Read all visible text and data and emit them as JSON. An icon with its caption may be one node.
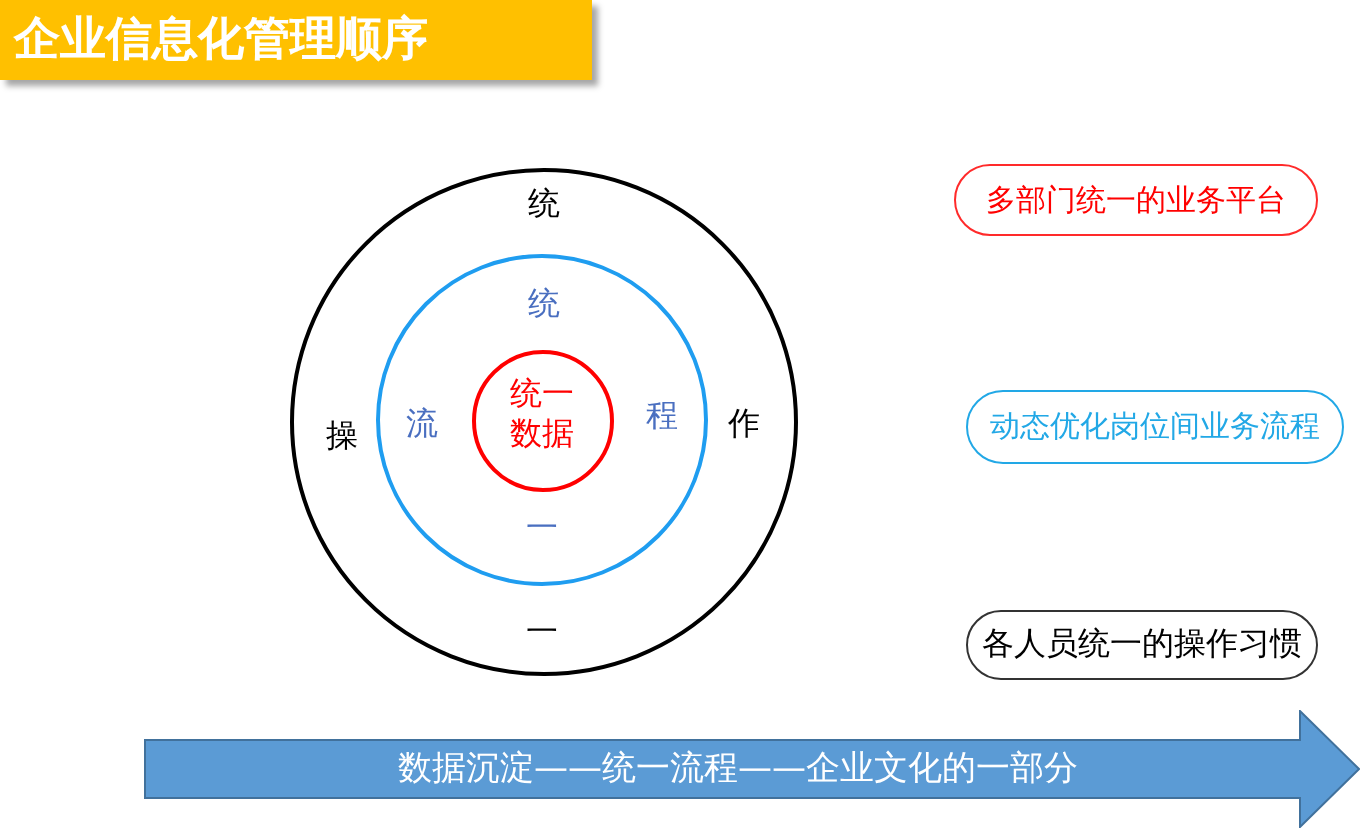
{
  "diagram": {
    "title": "企业信息化管理顺序",
    "nodes": [
      {
        "text": [
          "统",
          "操",
          "作",
          "一"
        ]
      },
      {
        "text": [
          "统",
          "流",
          "程",
          "一"
        ],
        "in": 0
      },
      {
        "text": [
          "统一数据"
        ],
        "in": 1
      },
      {
        "text": [
          "多部门统一的业务平台"
        ]
      },
      {
        "text": [
          "动态优化岗位间业务流程"
        ]
      },
      {
        "text": [
          "各人员统一的操作习惯"
        ]
      },
      {
        "text": [
          "数据沉淀——统一流程——企业文化的一部分"
        ]
      }
    ]
  }
}
